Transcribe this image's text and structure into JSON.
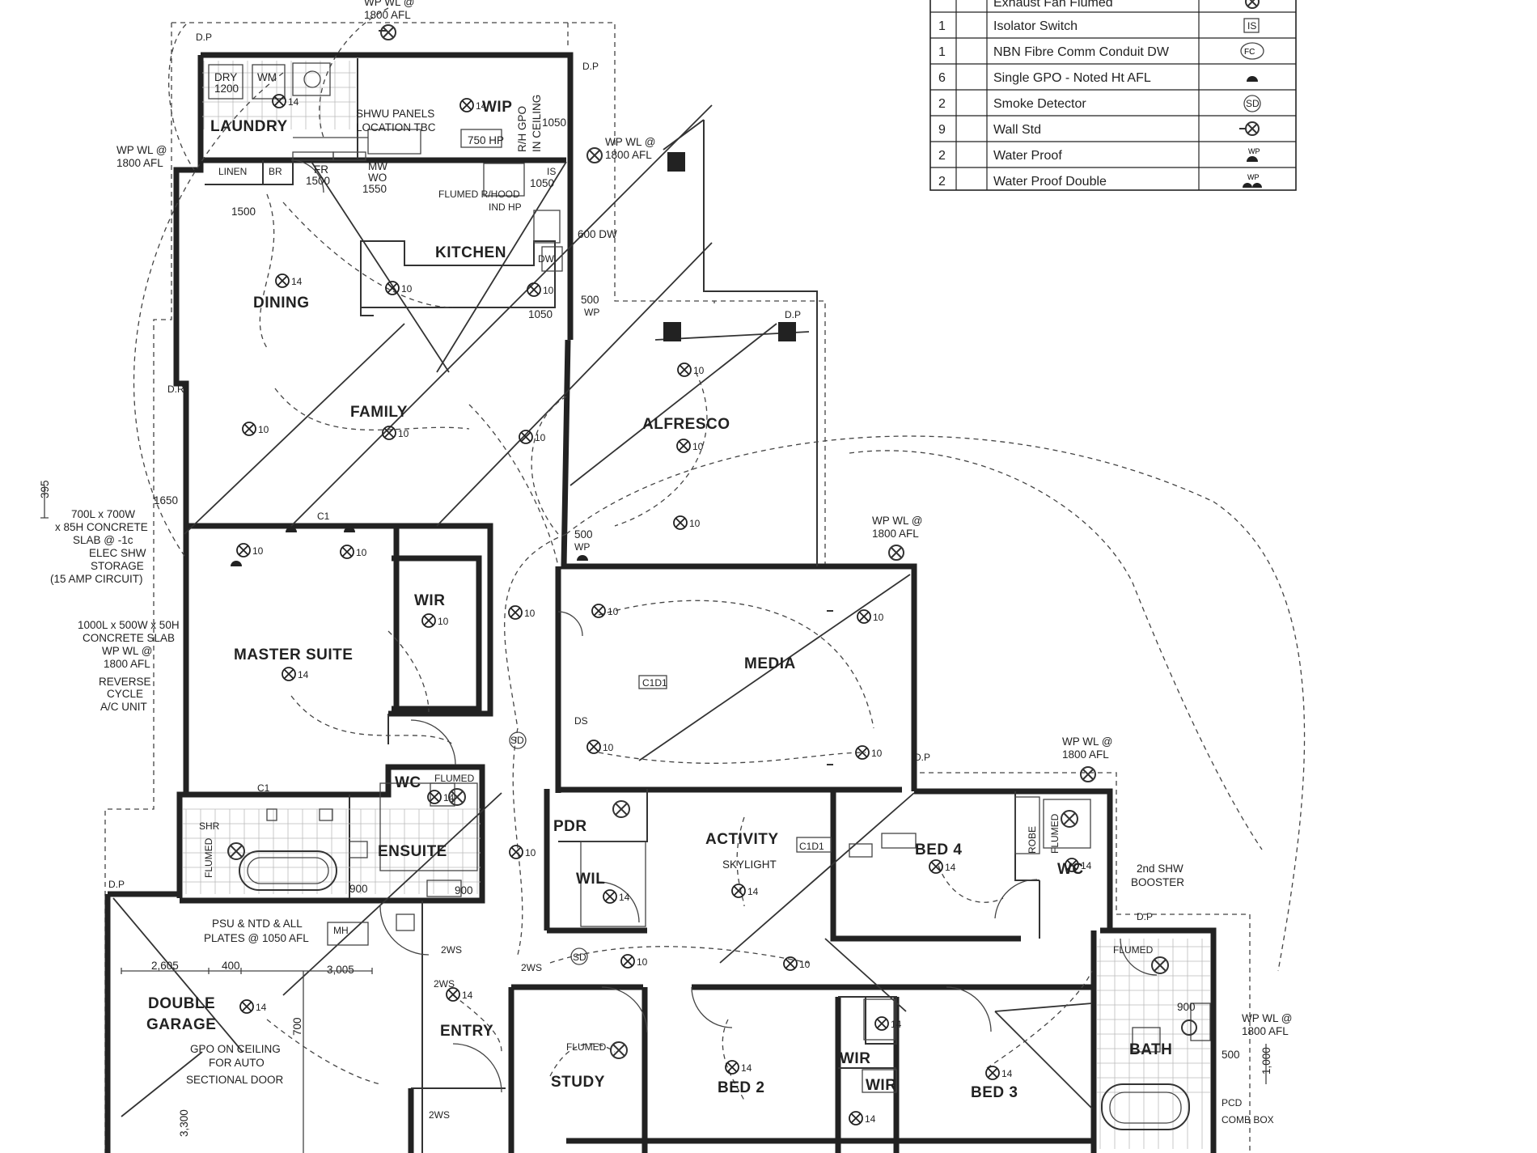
{
  "legend": {
    "rows": [
      {
        "qty": "",
        "desc": "Exhaust Fan Flumed",
        "symbol": "fan-icon"
      },
      {
        "qty": "1",
        "desc": "Isolator Switch",
        "symbol": "isolator-icon"
      },
      {
        "qty": "1",
        "desc": "NBN Fibre Comm Conduit DW",
        "symbol": "nbn-icon"
      },
      {
        "qty": "6",
        "desc": "Single GPO - Noted Ht AFL",
        "symbol": "gpo-icon"
      },
      {
        "qty": "2",
        "desc": "Smoke Detector",
        "symbol": "smoke-detector-icon"
      },
      {
        "qty": "9",
        "desc": "Wall Std",
        "symbol": "wall-light-icon"
      },
      {
        "qty": "2",
        "desc": "Water Proof",
        "symbol": "waterproof-icon"
      },
      {
        "qty": "2",
        "desc": "Water Proof Double",
        "symbol": "waterproof-double-icon"
      }
    ]
  },
  "rooms": {
    "laundry": "LAUNDRY",
    "wip": "WIP",
    "kitchen": "KITCHEN",
    "dining": "DINING",
    "family": "FAMILY",
    "alfresco": "ALFRESCO",
    "wir_master": "WIR",
    "master_suite": "MASTER SUITE",
    "media": "MEDIA",
    "wc_ensuite": "WC",
    "ensuite": "ENSUITE",
    "pdr": "PDR",
    "activity": "ACTIVITY",
    "bed4": "BED 4",
    "robe": "ROBE",
    "wc2": "WC",
    "wil": "WIL",
    "double_garage_1": "DOUBLE",
    "double_garage_2": "GARAGE",
    "entry": "ENTRY",
    "study": "STUDY",
    "bed2": "BED 2",
    "wir_bed2a": "WIR",
    "wir_bed2b": "WIR",
    "bed3": "BED 3",
    "bath": "BATH"
  },
  "fixtures": {
    "dry": "DRY",
    "dry_h": "1200",
    "wm": "WM",
    "linen": "LINEN",
    "br": "BR",
    "fr": "FR",
    "fr_h": "1500",
    "mw": "MW",
    "wo": "WO",
    "mw_h": "1550",
    "hp": "750 HP",
    "flumed_hood": "FLUMED R/HOOD",
    "ind_hp": "IND HP",
    "dw": "DW",
    "dw600": "600 DW",
    "is": "IS",
    "shr": "SHR",
    "mh": "MH",
    "skylight": "SKYLIGHT",
    "c1": "C1",
    "c1d1": "C1D1",
    "ds": "DS",
    "sd": "SD",
    "flumed": "FLUMED",
    "twows": "2WS",
    "pcd": "PCD",
    "comb_box": "COMB BOX"
  },
  "notes": {
    "wp_top": "WP WL @",
    "wp_top2": "1800 AFL",
    "wp_left": "WP WL @",
    "wp_left2": "1800 AFL",
    "wp_kitchen": "WP WL @",
    "wp_kitchen2": "1800 AFL",
    "wp_media": "WP WL @",
    "wp_media2": "1800 AFL",
    "wp_bed4": "WP WL @",
    "wp_bed42": "1800 AFL",
    "wp_bath": "WP WL @",
    "wp_bath2": "1800 AFL",
    "shwu_1": "SHWU PANELS",
    "shwu_2": "LOCATION TBC",
    "rh_gpo_1": "R/H GPO",
    "rh_gpo_2": "IN CEILING",
    "slab1_1": "700L x 700W",
    "slab1_2": "x 85H CONCRETE",
    "slab1_3": "SLAB @ -1c",
    "slab1_4": "ELEC SHW",
    "slab1_5": "STORAGE",
    "slab1_6": "(15 AMP CIRCUIT)",
    "slab2_1": "1000L x 500W x 50H",
    "slab2_2": "CONCRETE SLAB",
    "slab2_3": "WP WL @",
    "slab2_4": "1800 AFL",
    "slab2_5": "REVERSE",
    "slab2_6": "CYCLE",
    "slab2_7": "A/C UNIT",
    "psu_1": "PSU & NTD & ALL",
    "psu_2": "PLATES @ 1050 AFL",
    "gpo_ceiling_1": "GPO ON CEILING",
    "gpo_ceiling_2": "FOR AUTO",
    "gpo_ceiling_3": "SECTIONAL DOOR",
    "booster_1": "2nd SHW",
    "booster_2": "BOOSTER",
    "dp": "D.P",
    "dr": "D.R",
    "h1050a": "1050",
    "h1050b": "1050",
    "h1050c": "1050",
    "h1650": "1650",
    "h500a": "500",
    "h500b": "500",
    "h500c": "500",
    "h900a": "900",
    "h900b": "900",
    "h900c": "900",
    "h1500": "1500",
    "wp_label": "WP",
    "dim_2605": "2,605",
    "dim_400": "400",
    "dim_3005": "3,005",
    "dim_700": "700",
    "dim_3300": "3,300",
    "dim_395": "395",
    "dim_1000": "1,000"
  },
  "light_watts": {
    "w14": "14",
    "w10": "10"
  }
}
